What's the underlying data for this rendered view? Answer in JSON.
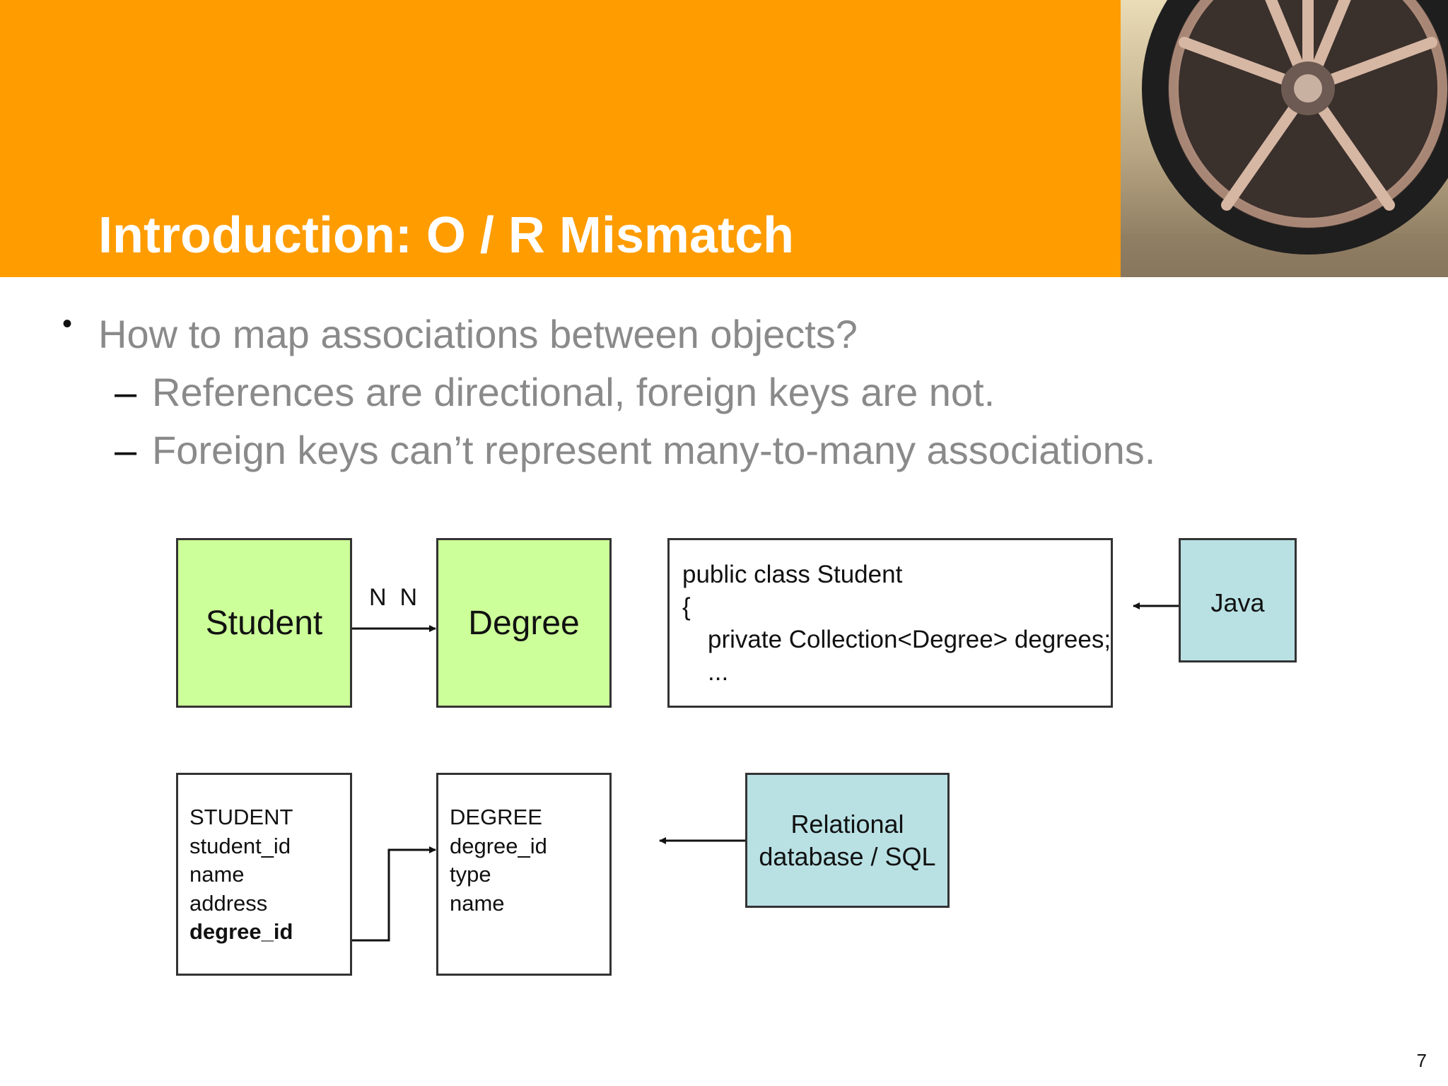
{
  "slide": {
    "title": "Introduction: O / R Mismatch",
    "page_number": "7",
    "colors": {
      "header": "#ff9c00",
      "title_text": "#ffffff",
      "body_text": "#8a8a8a",
      "entity_green": "#ccff99",
      "label_blue": "#b9e1e4"
    }
  },
  "bullets": [
    {
      "marker": "•",
      "text": "How to map associations between objects?"
    },
    {
      "marker": "–",
      "text": "References are directional, foreign keys are not."
    },
    {
      "marker": "–",
      "text": "Foreign keys can’t represent many-to-many associations."
    }
  ],
  "diagram": {
    "student_entity": "Student",
    "degree_entity": "Degree",
    "multiplicity": "N  N",
    "java_code": [
      "public class Student",
      "{",
      "private Collection<Degree> degrees;",
      "..."
    ],
    "java_label": "Java",
    "student_table": [
      "STUDENT",
      "student_id",
      "name",
      "address",
      "degree_id"
    ],
    "degree_table": [
      "DEGREE",
      "degree_id",
      "type",
      "name"
    ],
    "rdb_label": [
      "Relational",
      "database / SQL"
    ]
  }
}
